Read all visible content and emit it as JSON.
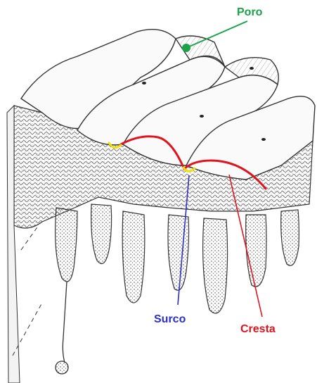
{
  "labels": {
    "poro": "Poro",
    "surco": "Surco",
    "cresta": "Cresta"
  },
  "colors": {
    "poro": "#1aa34a",
    "surco": "#2b2fc9",
    "cresta": "#e0141e",
    "surco_marker": "#f2e000",
    "ink": "#222222"
  }
}
